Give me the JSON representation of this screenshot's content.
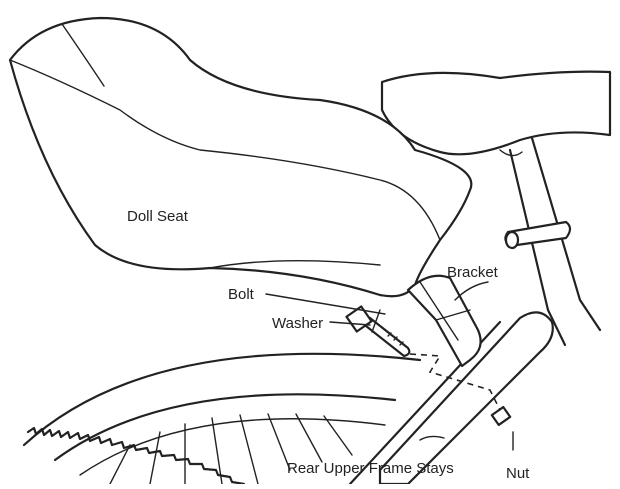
{
  "labels": {
    "doll_seat": "Doll Seat",
    "bracket": "Bracket",
    "bolt": "Bolt",
    "washer": "Washer",
    "rear_upper_frame_stays": "Rear Upper Frame Stays",
    "nut": "Nut"
  }
}
